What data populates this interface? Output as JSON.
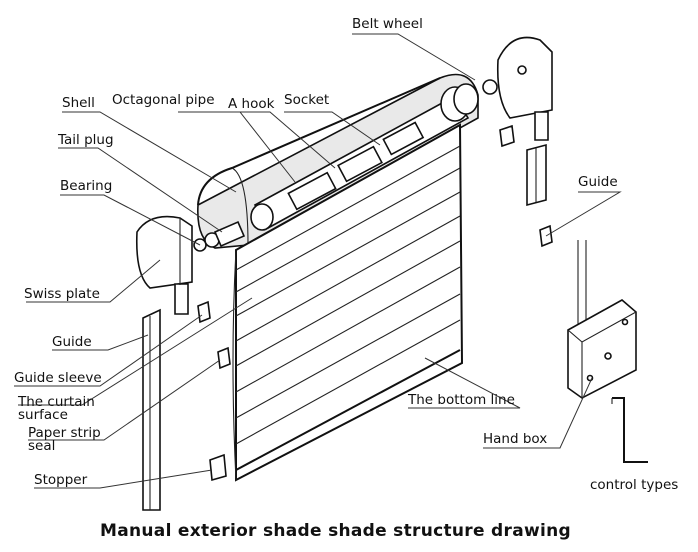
{
  "labels": {
    "belt_wheel": "Belt wheel",
    "shell": "Shell",
    "octagonal_pipe": "Octagonal pipe",
    "a_hook": "A hook",
    "socket": "Socket",
    "tail_plug": "Tail plug",
    "bearing": "Bearing",
    "swiss_plate": "Swiss plate",
    "guide_left": "Guide",
    "guide_sleeve": "Guide sleeve",
    "curtain_surface_1": "The curtain",
    "curtain_surface_2": "surface",
    "paper_strip_1": "Paper strip",
    "paper_strip_2": "seal",
    "stopper": "Stopper",
    "guide_right": "Guide",
    "bottom_line": "The bottom line",
    "hand_box": "Hand box",
    "control_types": "control types"
  },
  "caption": "Manual exterior shade shade structure drawing"
}
